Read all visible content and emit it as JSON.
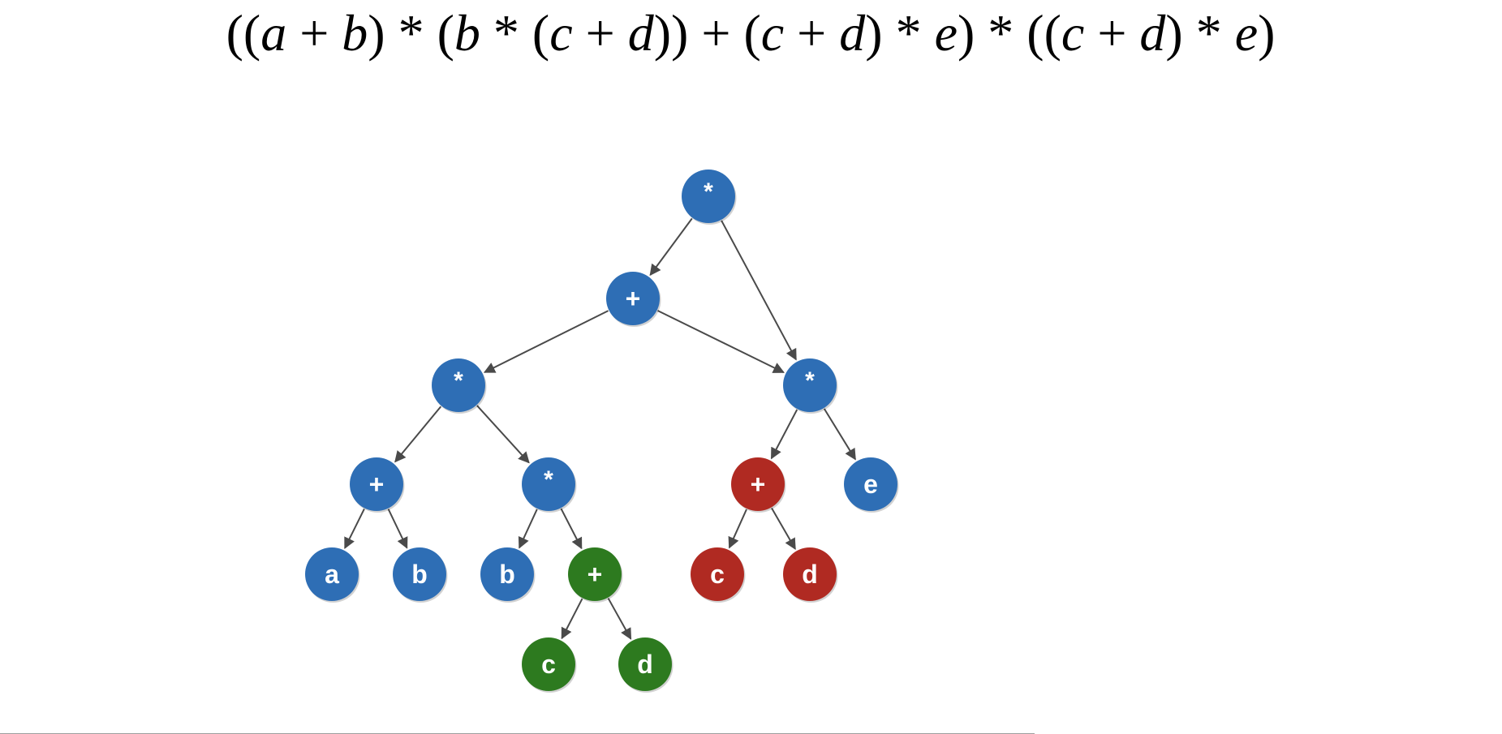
{
  "formula": {
    "tokens": [
      {
        "t": "((",
        "italic": false
      },
      {
        "t": "a",
        "italic": true
      },
      {
        "t": " + ",
        "italic": false
      },
      {
        "t": "b",
        "italic": true
      },
      {
        "t": ") * (",
        "italic": false
      },
      {
        "t": "b",
        "italic": true
      },
      {
        "t": " * (",
        "italic": false
      },
      {
        "t": "c",
        "italic": true
      },
      {
        "t": " + ",
        "italic": false
      },
      {
        "t": "d",
        "italic": true
      },
      {
        "t": ")) + (",
        "italic": false
      },
      {
        "t": "c",
        "italic": true
      },
      {
        "t": " + ",
        "italic": false
      },
      {
        "t": "d",
        "italic": true
      },
      {
        "t": ") * ",
        "italic": false
      },
      {
        "t": "e",
        "italic": true
      },
      {
        "t": ") * ((",
        "italic": false
      },
      {
        "t": "c",
        "italic": true
      },
      {
        "t": " + ",
        "italic": false
      },
      {
        "t": "d",
        "italic": true
      },
      {
        "t": ") * ",
        "italic": false
      },
      {
        "t": "e",
        "italic": true
      },
      {
        "t": ")",
        "italic": false
      }
    ]
  },
  "colors": {
    "blue": "#2e6eb5",
    "red": "#b02a22",
    "green": "#2d7a1f",
    "edge": "#4a4a4a"
  },
  "tree": {
    "nodes": [
      {
        "id": "root-mul",
        "label": "*",
        "color": "blue"
      },
      {
        "id": "plus-1",
        "label": "+",
        "color": "blue"
      },
      {
        "id": "mul-left",
        "label": "*",
        "color": "blue"
      },
      {
        "id": "mul-right",
        "label": "*",
        "color": "blue"
      },
      {
        "id": "plus-ab",
        "label": "+",
        "color": "blue"
      },
      {
        "id": "mul-b-cd",
        "label": "*",
        "color": "blue"
      },
      {
        "id": "plus-cd-red",
        "label": "+",
        "color": "red"
      },
      {
        "id": "leaf-e",
        "label": "e",
        "color": "blue"
      },
      {
        "id": "leaf-a",
        "label": "a",
        "color": "blue"
      },
      {
        "id": "leaf-b1",
        "label": "b",
        "color": "blue"
      },
      {
        "id": "leaf-b2",
        "label": "b",
        "color": "blue"
      },
      {
        "id": "plus-cd-green",
        "label": "+",
        "color": "green"
      },
      {
        "id": "leaf-c-red",
        "label": "c",
        "color": "red"
      },
      {
        "id": "leaf-d-red",
        "label": "d",
        "color": "red"
      },
      {
        "id": "leaf-c-green",
        "label": "c",
        "color": "green"
      },
      {
        "id": "leaf-d-green",
        "label": "d",
        "color": "green"
      }
    ],
    "edges": [
      {
        "from": "root-mul",
        "to": "plus-1"
      },
      {
        "from": "root-mul",
        "to": "mul-right"
      },
      {
        "from": "plus-1",
        "to": "mul-left"
      },
      {
        "from": "plus-1",
        "to": "mul-right"
      },
      {
        "from": "mul-left",
        "to": "plus-ab"
      },
      {
        "from": "mul-left",
        "to": "mul-b-cd"
      },
      {
        "from": "mul-right",
        "to": "plus-cd-red"
      },
      {
        "from": "mul-right",
        "to": "leaf-e"
      },
      {
        "from": "plus-ab",
        "to": "leaf-a"
      },
      {
        "from": "plus-ab",
        "to": "leaf-b1"
      },
      {
        "from": "mul-b-cd",
        "to": "leaf-b2"
      },
      {
        "from": "mul-b-cd",
        "to": "plus-cd-green"
      },
      {
        "from": "plus-cd-red",
        "to": "leaf-c-red"
      },
      {
        "from": "plus-cd-red",
        "to": "leaf-d-red"
      },
      {
        "from": "plus-cd-green",
        "to": "leaf-c-green"
      },
      {
        "from": "plus-cd-green",
        "to": "leaf-d-green"
      }
    ]
  }
}
